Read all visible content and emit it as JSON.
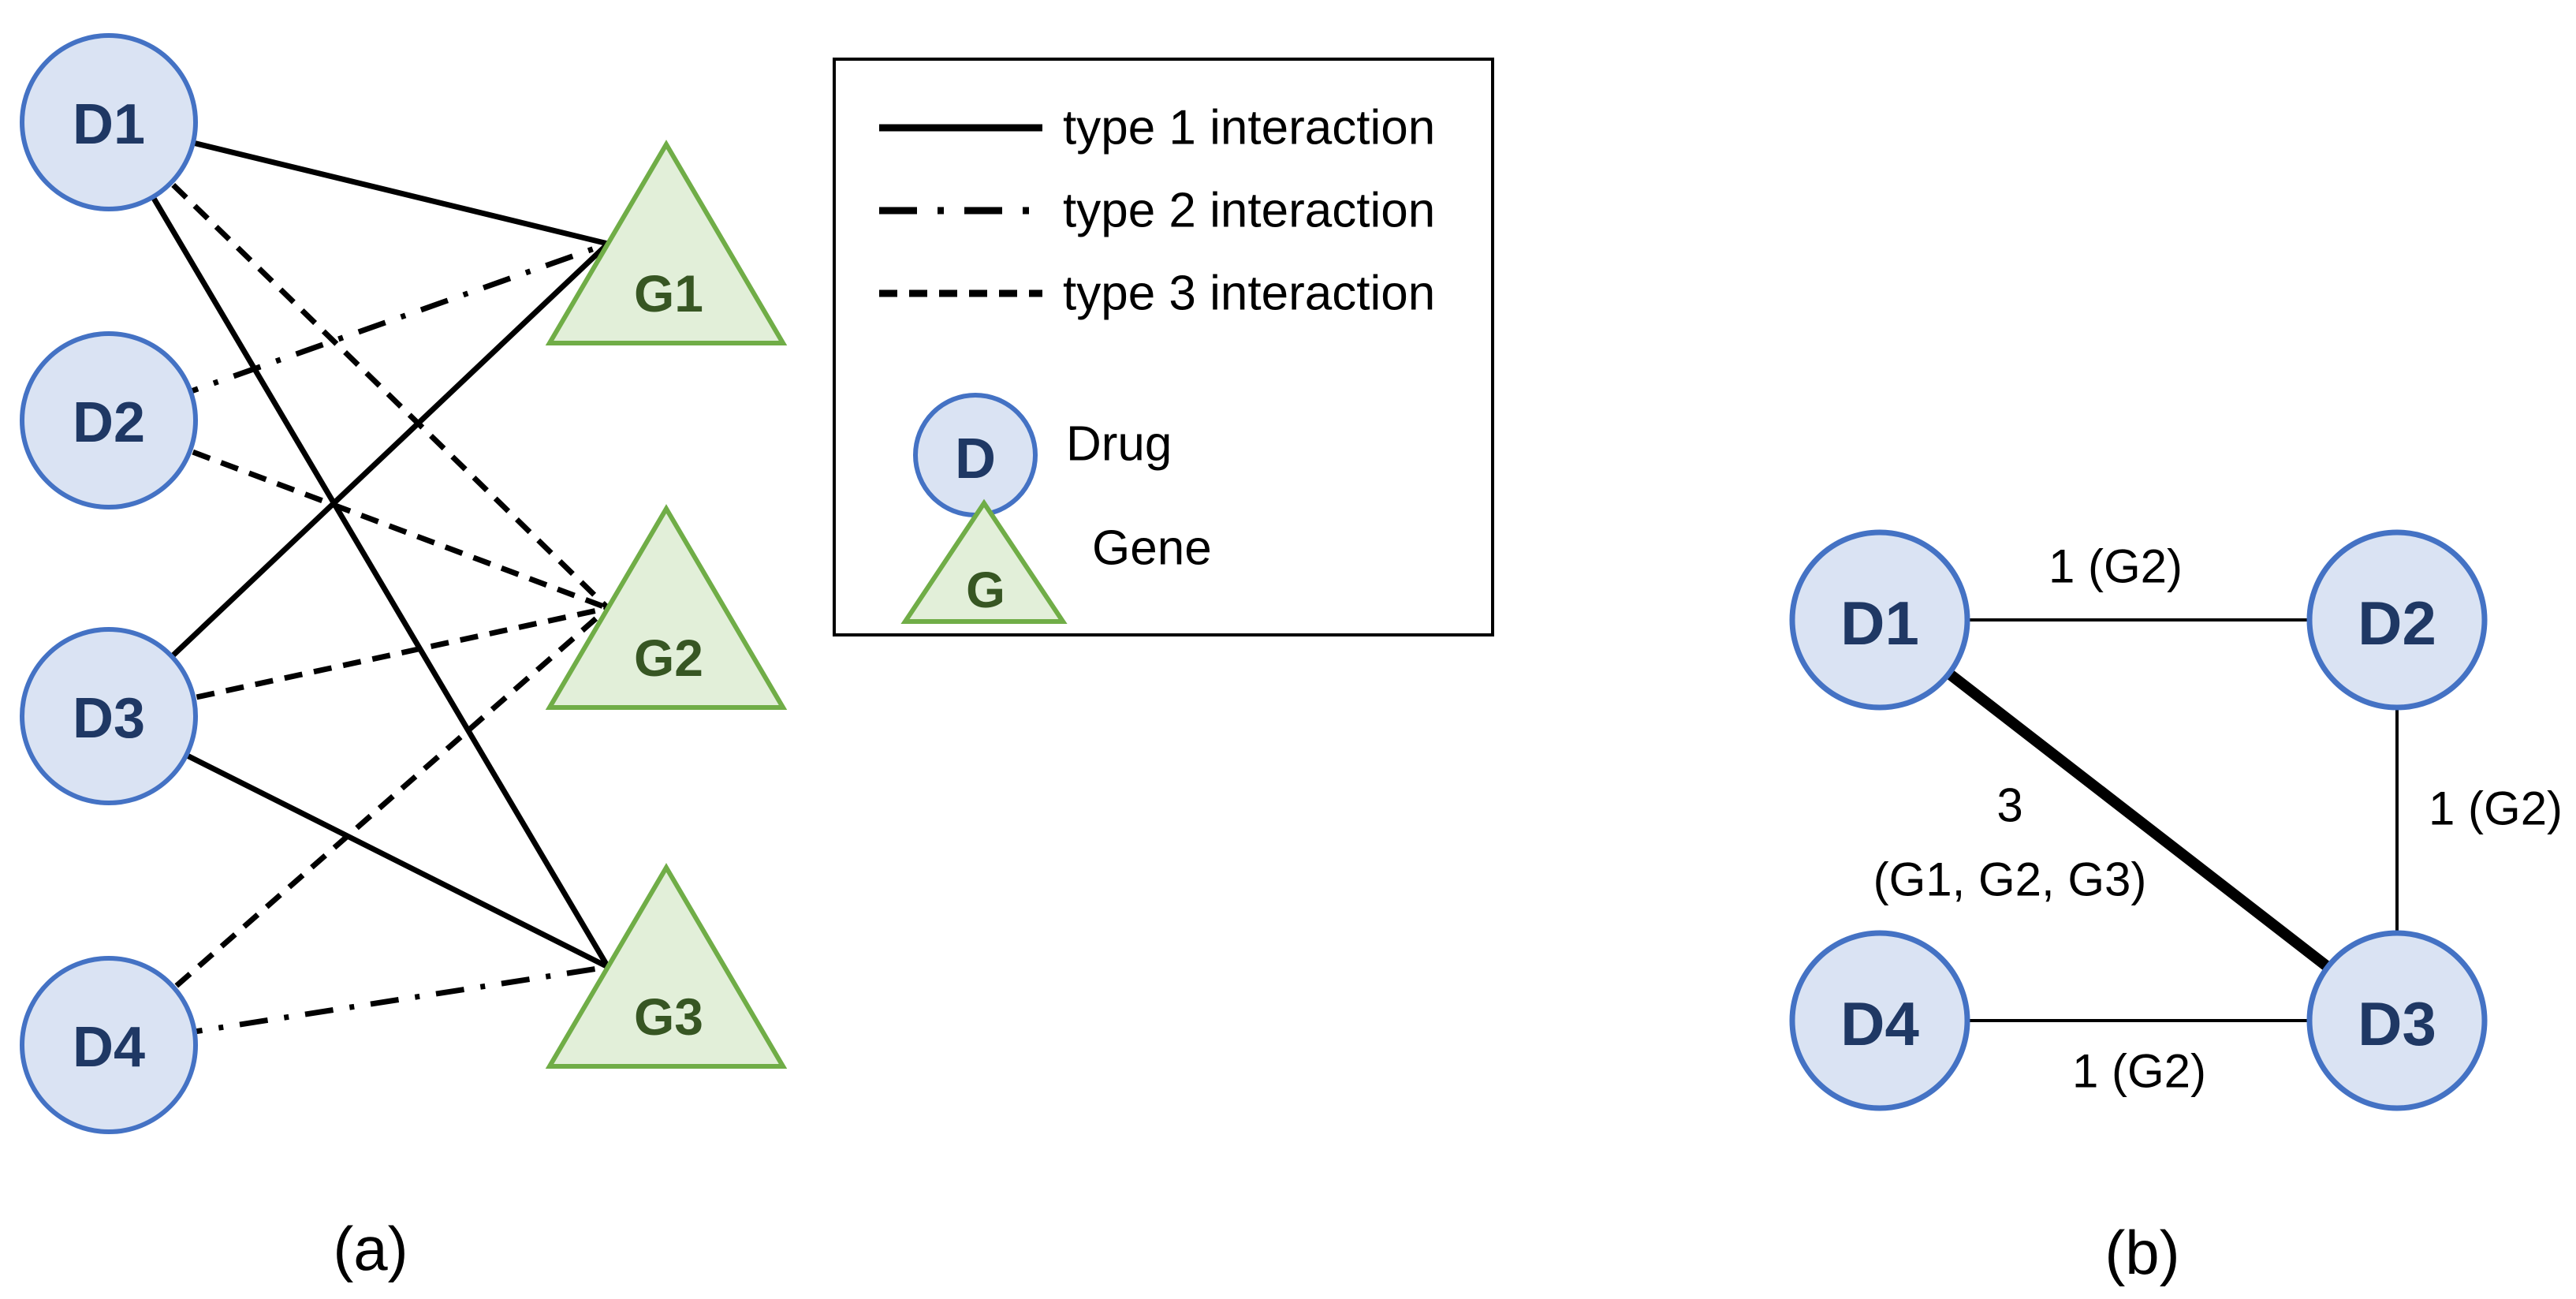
{
  "figure": {
    "background_color": "#ffffff",
    "edge_color": "#000000"
  },
  "colors": {
    "drug_fill": "#DAE3F3",
    "drug_stroke": "#4472C4",
    "drug_text": "#1F3864",
    "gene_fill": "#E2EFD9",
    "gene_stroke": "#70AD47",
    "gene_text": "#375623"
  },
  "panel_a": {
    "caption": "(a)",
    "drugs": [
      {
        "id": "D1",
        "label": "D1"
      },
      {
        "id": "D2",
        "label": "D2"
      },
      {
        "id": "D3",
        "label": "D3"
      },
      {
        "id": "D4",
        "label": "D4"
      }
    ],
    "genes": [
      {
        "id": "G1",
        "label": "G1"
      },
      {
        "id": "G2",
        "label": "G2"
      },
      {
        "id": "G3",
        "label": "G3"
      }
    ],
    "edges": [
      {
        "from": "D1",
        "to": "G1",
        "type": "type 1 interaction",
        "line_style": "solid"
      },
      {
        "from": "D1",
        "to": "G2",
        "type": "type 3 interaction",
        "line_style": "dashed"
      },
      {
        "from": "D1",
        "to": "G3",
        "type": "type 1 interaction",
        "line_style": "solid"
      },
      {
        "from": "D2",
        "to": "G1",
        "type": "type 2 interaction",
        "line_style": "dash-dot"
      },
      {
        "from": "D2",
        "to": "G2",
        "type": "type 3 interaction",
        "line_style": "dashed"
      },
      {
        "from": "D3",
        "to": "G1",
        "type": "type 1 interaction",
        "line_style": "solid"
      },
      {
        "from": "D3",
        "to": "G2",
        "type": "type 3 interaction",
        "line_style": "dashed"
      },
      {
        "from": "D3",
        "to": "G3",
        "type": "type 1 interaction",
        "line_style": "solid"
      },
      {
        "from": "D4",
        "to": "G2",
        "type": "type 3 interaction",
        "line_style": "dashed"
      },
      {
        "from": "D4",
        "to": "G3",
        "type": "type 2 interaction",
        "line_style": "dash-dot"
      }
    ]
  },
  "legend": {
    "items": [
      {
        "line_style": "solid",
        "label": "type 1 interaction"
      },
      {
        "line_style": "dash-dot",
        "label": "type 2 interaction"
      },
      {
        "line_style": "dashed",
        "label": "type 3 interaction"
      }
    ],
    "drug_symbol": "D",
    "drug_label": "Drug",
    "gene_symbol": "G",
    "gene_label": "Gene"
  },
  "panel_b": {
    "caption": "(b)",
    "nodes": [
      {
        "id": "D1",
        "label": "D1"
      },
      {
        "id": "D2",
        "label": "D2"
      },
      {
        "id": "D3",
        "label": "D3"
      },
      {
        "id": "D4",
        "label": "D4"
      }
    ],
    "edges": [
      {
        "from": "D1",
        "to": "D2",
        "weight": 1,
        "shared_genes": "G2",
        "label": "1 (G2)",
        "thick": false
      },
      {
        "from": "D2",
        "to": "D3",
        "weight": 1,
        "shared_genes": "G2",
        "label": "1 (G2)",
        "thick": false
      },
      {
        "from": "D4",
        "to": "D3",
        "weight": 1,
        "shared_genes": "G2",
        "label": "1 (G2)",
        "thick": false
      },
      {
        "from": "D1",
        "to": "D3",
        "weight": 3,
        "shared_genes": "G1, G2, G3",
        "label_line1": "3",
        "label_line2": "(G1, G2, G3)",
        "thick": true
      }
    ]
  }
}
